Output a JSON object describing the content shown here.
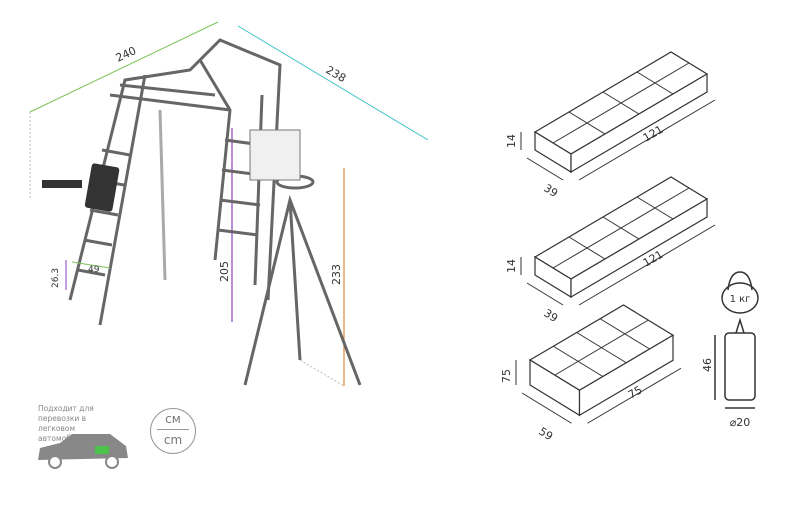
{
  "dimensions": {
    "width": "240",
    "depth": "238",
    "ladder_height": "205",
    "hoop_height": "233",
    "step_height": "26.3",
    "step_width": "49"
  },
  "packages": [
    {
      "height": "14",
      "width": "39",
      "length": "121"
    },
    {
      "height": "14",
      "width": "39",
      "length": "121"
    },
    {
      "height": "75",
      "width": "59",
      "length": "75"
    }
  ],
  "accessories": {
    "kettlebell_label": "1 кг",
    "bag_height": "46",
    "bag_diameter": "⌀20"
  },
  "car_note": "Подходит для перевозки в легковом автомобиле",
  "units": {
    "top": "см",
    "bottom": "cm"
  },
  "colors": {
    "width_line": "#7cc35a",
    "depth_line": "#3fc0c8",
    "ladder_line": "#8a3fc0",
    "hoop_line": "#e08a3a",
    "frame": "#555555"
  }
}
